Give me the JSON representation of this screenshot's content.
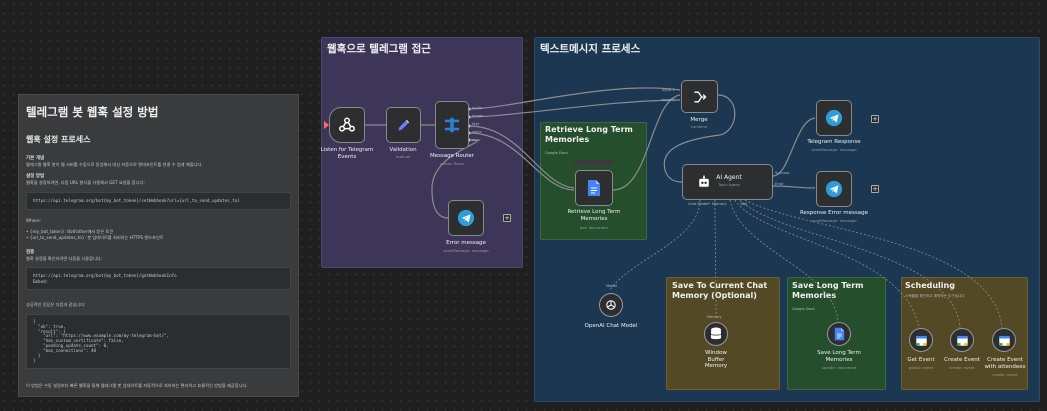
{
  "note": {
    "title": "텔레그램 봇 웹훅 설정 방법",
    "section": "웹훅 설정 프로세스",
    "s1_title": "기본 개념",
    "s1_text": "텔레그램 웹훅 봇이 웹 서버를 수동으로 동업해서 대신 자동으로 엔데포인트를 연결 수 업게 해줍니다.",
    "s2_title": "설정 방법",
    "s2_text": "웹훅을 설정하려면, 다음 URL 형식을 사용해서 GET 요청을 합니다:",
    "code1": "https://api.telegram.org/bot{my_bot_token}/setWebhook?url={url_to_send_updates_to}",
    "where": "Where:",
    "bullets": [
      "• {my_bot_token}: BotFather에서 받은 토큰",
      "• {url_to_send_updates_to}: 봇 업데이트를 처리하는 HTTPS 엔드포인트"
    ],
    "s3_title": "검증",
    "s3_text": "웹훅 설정을 확인하려면 다음을 사용합니다:",
    "code2": "https://api.telegram.org/bot{my_bot_token}/getWebhookInfo\nEmbed:",
    "s4_text": "성공적인 응답은 다음과 같습니다:",
    "code3": "{\n  \"ok\": true,\n  \"result\": {\n    \"url\": \"https://www.example.com/my-telegram-bot/\",\n    \"has_custom_certificate\": false,\n    \"pending_update_count\": 0,\n    \"max_connections\": 40\n  }\n}",
    "footer": "이 방법은 수동 설정보다 빠른 웹훅을 통해 텔레그램 봇 업데이트를 자동적으로 처리하는 편리하고 효율적인 방법을 제공합니다."
  },
  "groups": {
    "webhook": "웹훅으로 텔레그램 접근",
    "text_process": "텍스트메시지 프로세스",
    "retrieve": "Retrieve Long Term Memories",
    "retrieve_sub": "Google Docs",
    "save_chat": "Save To Current Chat Memory (Optional)",
    "save_long": "Save Long Term Memories",
    "save_long_sub": "Google Docs",
    "scheduling": "Scheduling",
    "scheduling_sub": "스케줄을 확인하고 예약하는 도구입니다"
  },
  "nodes": {
    "listen": {
      "label": "Listen for Telegram Events",
      "icon": "webhook-icon"
    },
    "validation": {
      "label": "Validation",
      "sub": "manual",
      "icon": "pencil-icon"
    },
    "router": {
      "label": "Message Router",
      "sub": "mode: Rules",
      "outputs": [
        "audio",
        "image",
        "text",
        "voice",
        "error"
      ],
      "icon": "router-icon"
    },
    "error": {
      "label": "Error message",
      "sub": "sendMessage: message",
      "icon": "telegram-icon"
    },
    "merge": {
      "label": "Merge",
      "sub": "combine",
      "inputs": [
        "Input 1",
        "Input 2"
      ],
      "icon": "merge-icon"
    },
    "retrieve": {
      "label": "Retrieve Long Term Memories",
      "sub": "get: document",
      "icon": "doc-icon"
    },
    "agent": {
      "label": "AI Agent",
      "sub": "Tools Agent",
      "success": "Success",
      "error_out": "Error",
      "ports": [
        "Chat Model*",
        "Memory",
        "Tool"
      ],
      "icon": "robot-icon"
    },
    "tg_response": {
      "label": "Telegram Response",
      "sub": "sendMessage: message",
      "icon": "telegram-icon"
    },
    "resp_error": {
      "label": "Response Error message",
      "sub": "sendMessage: message",
      "icon": "telegram-icon"
    },
    "openai": {
      "label": "OpenAI Chat Model",
      "port": "Model",
      "icon": "openai-icon"
    },
    "buffer": {
      "label": "Window Buffer Memory",
      "port": "Memory",
      "icon": "database-icon"
    },
    "save_long": {
      "label": "Save Long Term Memories",
      "sub": "update: document",
      "icon": "doc-icon"
    },
    "get_event": {
      "label": "Get Event",
      "sub": "getAll: event",
      "icon": "calendar-icon"
    },
    "create_event": {
      "label": "Create Event",
      "sub": "create: event",
      "icon": "calendar-icon"
    },
    "create_event_att": {
      "label": "Create Event with attendees",
      "sub": "create: event",
      "icon": "calendar-icon"
    }
  },
  "colors": {
    "purple_group": "#3e3659",
    "blue_group": "#1b3751",
    "green_group": "#244e2c",
    "yellow_group": "#544925",
    "telegram": "#2c9dd9",
    "gdocs": "#4285f4",
    "pencil": "#6f7bff",
    "router": "#2f7dd6"
  }
}
